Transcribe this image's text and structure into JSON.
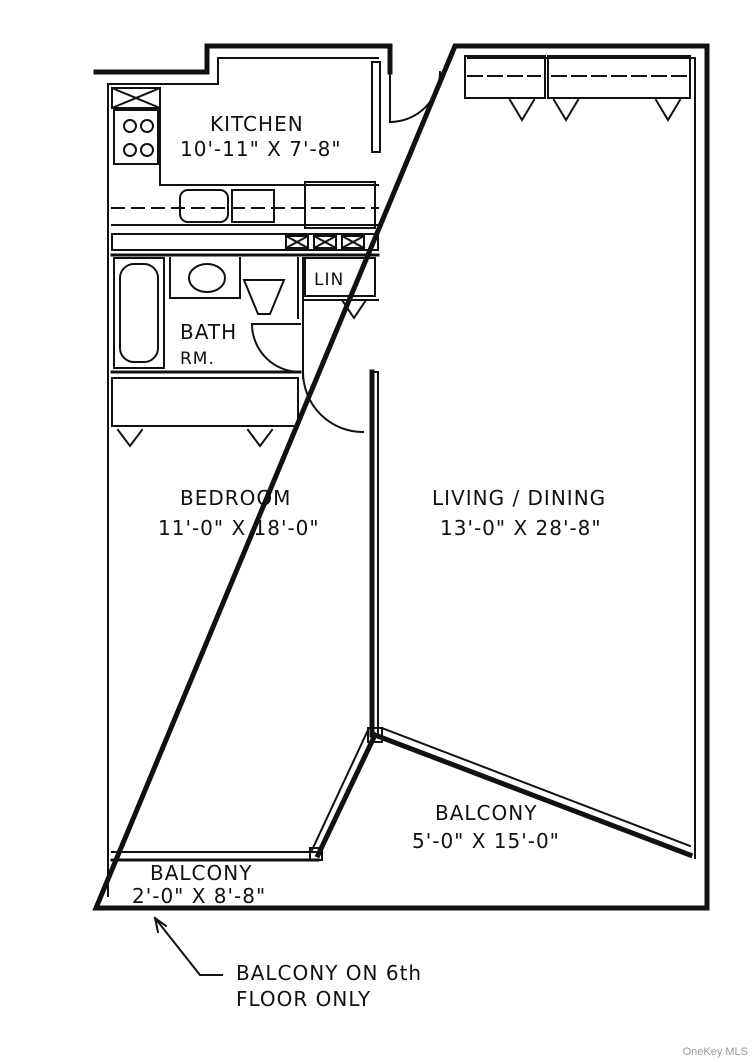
{
  "rooms": {
    "kitchen": {
      "name": "KITCHEN",
      "dims": "10'-11\" X 7'-8\""
    },
    "linen": {
      "name": "LIN"
    },
    "bath": {
      "name_line1": "BATH",
      "name_line2": "RM."
    },
    "bedroom": {
      "name": "BEDROOM",
      "dims": "11'-0\" X 18'-0\""
    },
    "living": {
      "name": "LIVING / DINING",
      "dims": "13'-0\" X 28'-8\""
    },
    "balcony_large": {
      "name": "BALCONY",
      "dims": "5'-0\" X 15'-0\""
    },
    "balcony_small": {
      "name": "BALCONY",
      "dims": "2'-0\" X 8'-8\""
    }
  },
  "note": {
    "line1": "BALCONY ON 6th",
    "line2": "FLOOR ONLY"
  },
  "credit": "OneKey MLS"
}
